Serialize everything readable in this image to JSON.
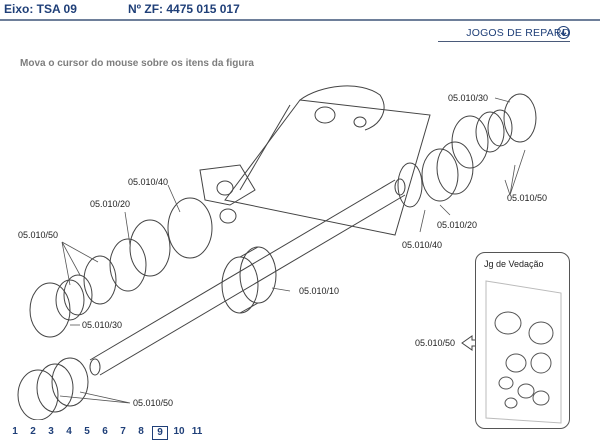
{
  "header": {
    "eixo": "Eixo: TSA 09",
    "zf": "Nº ZF: 4475 015 017"
  },
  "link": {
    "jogos": "JOGOS DE REPARO",
    "icon": "arrow-down-circle-icon"
  },
  "hint": "Mova o cursor do mouse sobre os itens da figura",
  "labels": {
    "l_30_top": "05.010/30",
    "l_50_right": "05.010/50",
    "l_40_upper": "05.010/40",
    "l_20_upper": "05.010/20",
    "l_50_left": "05.010/50",
    "l_20_right": "05.010/20",
    "l_40_right": "05.010/40",
    "l_10": "05.010/10",
    "l_30_left": "05.010/30",
    "l_50_bottom": "05.010/50",
    "l_50_panel": "05.010/50"
  },
  "panel": {
    "title": "Jg de Vedação"
  },
  "pager": {
    "pages": [
      "1",
      "2",
      "3",
      "4",
      "5",
      "6",
      "7",
      "8",
      "9",
      "10",
      "11"
    ],
    "active": "9"
  },
  "colors": {
    "accent": "#1f3f78",
    "hint": "#7d7d7d"
  }
}
